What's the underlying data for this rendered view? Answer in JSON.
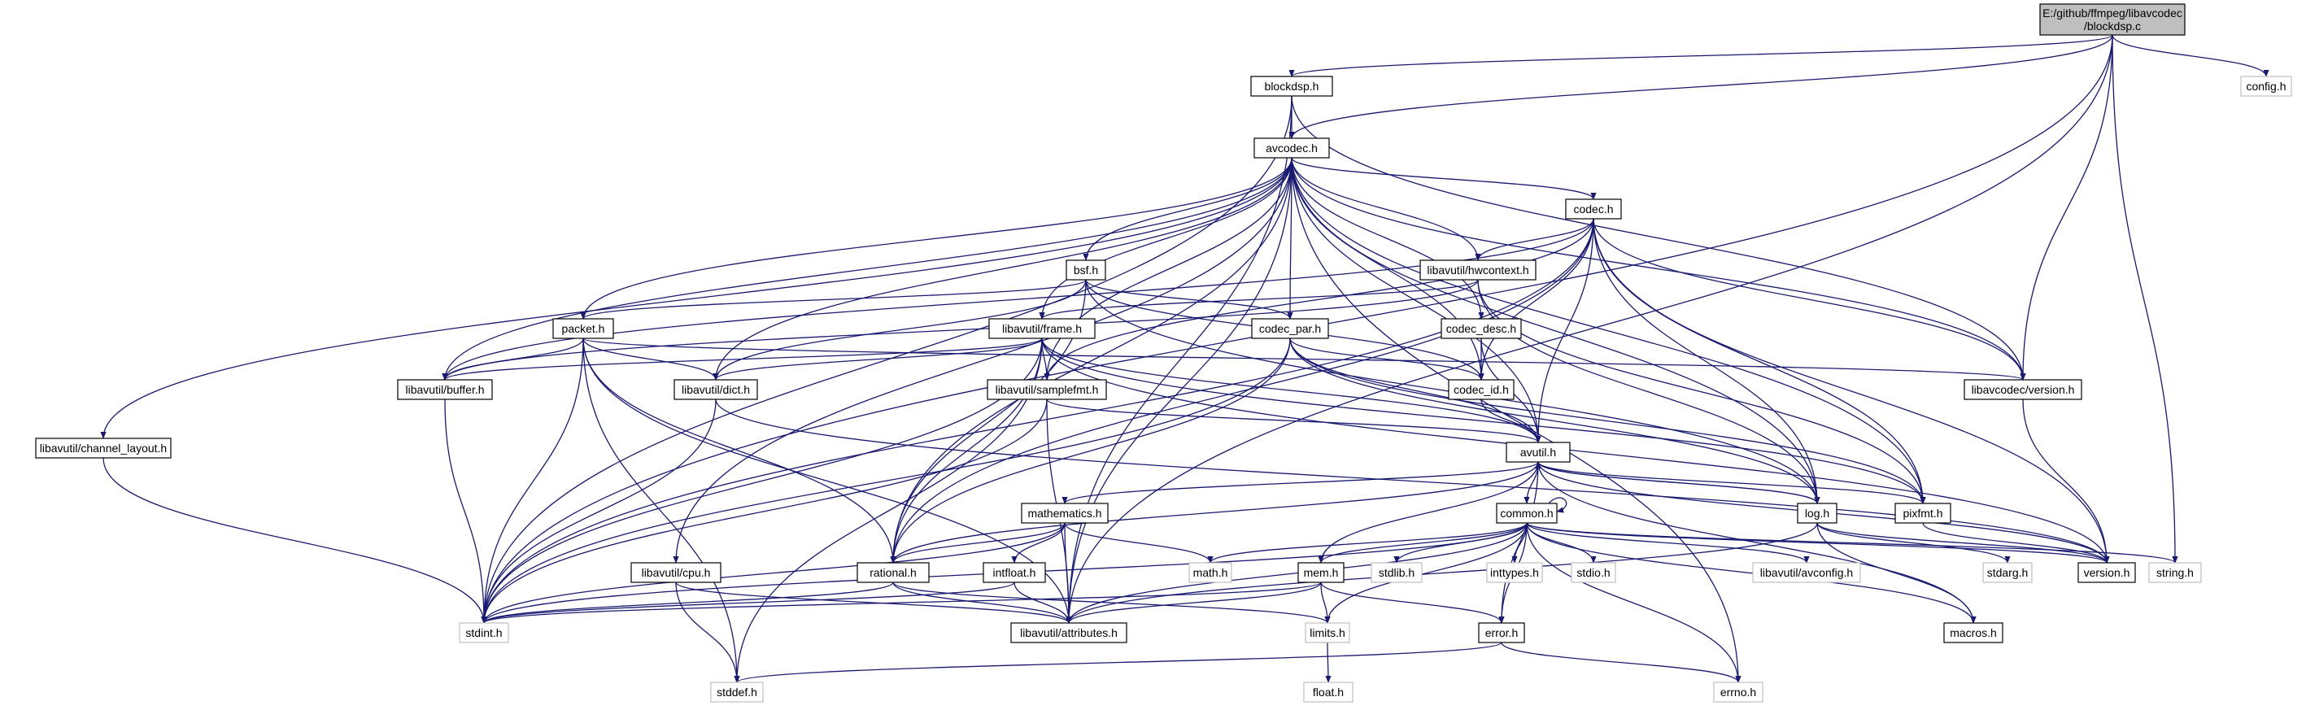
{
  "diagram": {
    "title": "",
    "colors": {
      "edge": "#191970",
      "node_border": "#000000",
      "external_border": "#bfbfbf",
      "root_fill": "#bfbfbf",
      "background": "#ffffff"
    },
    "nodes": [
      {
        "id": "root",
        "label": "E:/github/ffmpeg/libavcodec\n/blockdsp.c",
        "kind": "root"
      },
      {
        "id": "blockdsp",
        "label": "blockdsp.h",
        "kind": "internal"
      },
      {
        "id": "config",
        "label": "config.h",
        "kind": "external"
      },
      {
        "id": "avcodec",
        "label": "avcodec.h",
        "kind": "internal"
      },
      {
        "id": "codec",
        "label": "codec.h",
        "kind": "internal"
      },
      {
        "id": "bsf",
        "label": "bsf.h",
        "kind": "internal"
      },
      {
        "id": "hwcontext",
        "label": "libavutil/hwcontext.h",
        "kind": "internal"
      },
      {
        "id": "codec_desc",
        "label": "codec_desc.h",
        "kind": "internal"
      },
      {
        "id": "codec_par",
        "label": "codec_par.h",
        "kind": "internal"
      },
      {
        "id": "frame",
        "label": "libavutil/frame.h",
        "kind": "internal"
      },
      {
        "id": "packet",
        "label": "packet.h",
        "kind": "internal"
      },
      {
        "id": "buffer",
        "label": "libavutil/buffer.h",
        "kind": "internal"
      },
      {
        "id": "dict",
        "label": "libavutil/dict.h",
        "kind": "internal"
      },
      {
        "id": "samplefmt",
        "label": "libavutil/samplefmt.h",
        "kind": "internal"
      },
      {
        "id": "codec_id",
        "label": "codec_id.h",
        "kind": "internal"
      },
      {
        "id": "lcversion",
        "label": "libavcodec/version.h",
        "kind": "internal"
      },
      {
        "id": "channel_layout",
        "label": "libavutil/channel_layout.h",
        "kind": "internal"
      },
      {
        "id": "avutil",
        "label": "avutil.h",
        "kind": "internal"
      },
      {
        "id": "mathematics",
        "label": "mathematics.h",
        "kind": "internal"
      },
      {
        "id": "common",
        "label": "common.h",
        "kind": "internal"
      },
      {
        "id": "log",
        "label": "log.h",
        "kind": "internal"
      },
      {
        "id": "pixfmt",
        "label": "pixfmt.h",
        "kind": "internal"
      },
      {
        "id": "cpu",
        "label": "libavutil/cpu.h",
        "kind": "internal"
      },
      {
        "id": "rational",
        "label": "rational.h",
        "kind": "internal"
      },
      {
        "id": "intfloat",
        "label": "intfloat.h",
        "kind": "internal"
      },
      {
        "id": "math",
        "label": "math.h",
        "kind": "external"
      },
      {
        "id": "mem",
        "label": "mem.h",
        "kind": "internal"
      },
      {
        "id": "stdlib",
        "label": "stdlib.h",
        "kind": "external"
      },
      {
        "id": "inttypes",
        "label": "inttypes.h",
        "kind": "external"
      },
      {
        "id": "stdio",
        "label": "stdio.h",
        "kind": "external"
      },
      {
        "id": "avconfig",
        "label": "libavutil/avconfig.h",
        "kind": "external"
      },
      {
        "id": "stdarg",
        "label": "stdarg.h",
        "kind": "external"
      },
      {
        "id": "version",
        "label": "version.h",
        "kind": "internal"
      },
      {
        "id": "string",
        "label": "string.h",
        "kind": "external"
      },
      {
        "id": "stdint",
        "label": "stdint.h",
        "kind": "external"
      },
      {
        "id": "attributes",
        "label": "libavutil/attributes.h",
        "kind": "internal"
      },
      {
        "id": "limits",
        "label": "limits.h",
        "kind": "external"
      },
      {
        "id": "error",
        "label": "error.h",
        "kind": "internal"
      },
      {
        "id": "macros",
        "label": "macros.h",
        "kind": "internal"
      },
      {
        "id": "float",
        "label": "float.h",
        "kind": "external"
      },
      {
        "id": "stddef",
        "label": "stddef.h",
        "kind": "external"
      },
      {
        "id": "errno",
        "label": "errno.h",
        "kind": "external"
      }
    ],
    "edges": [
      [
        "root",
        "blockdsp"
      ],
      [
        "root",
        "config"
      ],
      [
        "root",
        "avcodec"
      ],
      [
        "root",
        "lcversion"
      ],
      [
        "root",
        "string"
      ],
      [
        "root",
        "stdint"
      ],
      [
        "root",
        "attributes"
      ],
      [
        "blockdsp",
        "avcodec"
      ],
      [
        "blockdsp",
        "stdint"
      ],
      [
        "blockdsp",
        "attributes"
      ],
      [
        "blockdsp",
        "lcversion"
      ],
      [
        "avcodec",
        "codec"
      ],
      [
        "avcodec",
        "bsf"
      ],
      [
        "avcodec",
        "hwcontext"
      ],
      [
        "avcodec",
        "codec_desc"
      ],
      [
        "avcodec",
        "codec_par"
      ],
      [
        "avcodec",
        "frame"
      ],
      [
        "avcodec",
        "packet"
      ],
      [
        "avcodec",
        "buffer"
      ],
      [
        "avcodec",
        "dict"
      ],
      [
        "avcodec",
        "samplefmt"
      ],
      [
        "avcodec",
        "codec_id"
      ],
      [
        "avcodec",
        "lcversion"
      ],
      [
        "avcodec",
        "channel_layout"
      ],
      [
        "avcodec",
        "avutil"
      ],
      [
        "avcodec",
        "log"
      ],
      [
        "avcodec",
        "pixfmt"
      ],
      [
        "avcodec",
        "cpu"
      ],
      [
        "avcodec",
        "rational"
      ],
      [
        "avcodec",
        "attributes"
      ],
      [
        "avcodec",
        "errno"
      ],
      [
        "codec",
        "hwcontext"
      ],
      [
        "codec",
        "codec_id"
      ],
      [
        "codec",
        "avutil"
      ],
      [
        "codec",
        "log"
      ],
      [
        "codec",
        "pixfmt"
      ],
      [
        "codec",
        "rational"
      ],
      [
        "codec",
        "samplefmt"
      ],
      [
        "codec",
        "lcversion"
      ],
      [
        "codec",
        "buffer"
      ],
      [
        "codec",
        "stdint"
      ],
      [
        "codec",
        "version"
      ],
      [
        "bsf",
        "codec_id"
      ],
      [
        "bsf",
        "codec_par"
      ],
      [
        "bsf",
        "packet"
      ],
      [
        "bsf",
        "dict"
      ],
      [
        "bsf",
        "log"
      ],
      [
        "bsf",
        "rational"
      ],
      [
        "hwcontext",
        "frame"
      ],
      [
        "hwcontext",
        "buffer"
      ],
      [
        "hwcontext",
        "pixfmt"
      ],
      [
        "hwcontext",
        "log"
      ],
      [
        "codec_desc",
        "codec_id"
      ],
      [
        "codec_desc",
        "avutil"
      ],
      [
        "codec_par",
        "avutil"
      ],
      [
        "codec_par",
        "codec_id"
      ],
      [
        "codec_par",
        "pixfmt"
      ],
      [
        "codec_par",
        "rational"
      ],
      [
        "codec_par",
        "stdint"
      ],
      [
        "codec_par",
        "log"
      ],
      [
        "frame",
        "avutil"
      ],
      [
        "frame",
        "buffer"
      ],
      [
        "frame",
        "dict"
      ],
      [
        "frame",
        "rational"
      ],
      [
        "frame",
        "samplefmt"
      ],
      [
        "frame",
        "pixfmt"
      ],
      [
        "frame",
        "version"
      ],
      [
        "frame",
        "stddef"
      ],
      [
        "frame",
        "stdint"
      ],
      [
        "packet",
        "buffer"
      ],
      [
        "packet",
        "dict"
      ],
      [
        "packet",
        "rational"
      ],
      [
        "packet",
        "stdint"
      ],
      [
        "packet",
        "stddef"
      ],
      [
        "packet",
        "attributes"
      ],
      [
        "packet",
        "lcversion"
      ],
      [
        "buffer",
        "stdint"
      ],
      [
        "dict",
        "stdint"
      ],
      [
        "dict",
        "version"
      ],
      [
        "samplefmt",
        "avutil"
      ],
      [
        "samplefmt",
        "attributes"
      ],
      [
        "samplefmt",
        "stdint"
      ],
      [
        "codec_id",
        "avutil"
      ],
      [
        "lcversion",
        "version"
      ],
      [
        "channel_layout",
        "stdint"
      ],
      [
        "avutil",
        "common"
      ],
      [
        "avutil",
        "log"
      ],
      [
        "avutil",
        "pixfmt"
      ],
      [
        "avutil",
        "mathematics"
      ],
      [
        "avutil",
        "rational"
      ],
      [
        "avutil",
        "version"
      ],
      [
        "avutil",
        "macros"
      ],
      [
        "avutil",
        "error"
      ],
      [
        "mathematics",
        "stdint"
      ],
      [
        "mathematics",
        "math"
      ],
      [
        "mathematics",
        "attributes"
      ],
      [
        "mathematics",
        "rational"
      ],
      [
        "mathematics",
        "intfloat"
      ],
      [
        "common",
        "common"
      ],
      [
        "common",
        "errno"
      ],
      [
        "common",
        "inttypes"
      ],
      [
        "common",
        "limits"
      ],
      [
        "common",
        "math"
      ],
      [
        "common",
        "stdint"
      ],
      [
        "common",
        "stdio"
      ],
      [
        "common",
        "stdlib"
      ],
      [
        "common",
        "string"
      ],
      [
        "common",
        "attributes"
      ],
      [
        "common",
        "macros"
      ],
      [
        "common",
        "version"
      ],
      [
        "common",
        "avconfig"
      ],
      [
        "common",
        "mem"
      ],
      [
        "common",
        "error"
      ],
      [
        "log",
        "avutil"
      ],
      [
        "log",
        "stdarg"
      ],
      [
        "log",
        "version"
      ],
      [
        "log",
        "attributes"
      ],
      [
        "log",
        "macros"
      ],
      [
        "pixfmt",
        "version"
      ],
      [
        "cpu",
        "stddef"
      ],
      [
        "cpu",
        "attributes"
      ],
      [
        "rational",
        "stdint"
      ],
      [
        "rational",
        "limits"
      ],
      [
        "rational",
        "attributes"
      ],
      [
        "intfloat",
        "stdint"
      ],
      [
        "intfloat",
        "attributes"
      ],
      [
        "mem",
        "avutil"
      ],
      [
        "mem",
        "stdint"
      ],
      [
        "mem",
        "limits"
      ],
      [
        "mem",
        "attributes"
      ],
      [
        "mem",
        "error"
      ],
      [
        "error",
        "errno"
      ],
      [
        "error",
        "stddef"
      ],
      [
        "limits",
        "float"
      ]
    ]
  }
}
